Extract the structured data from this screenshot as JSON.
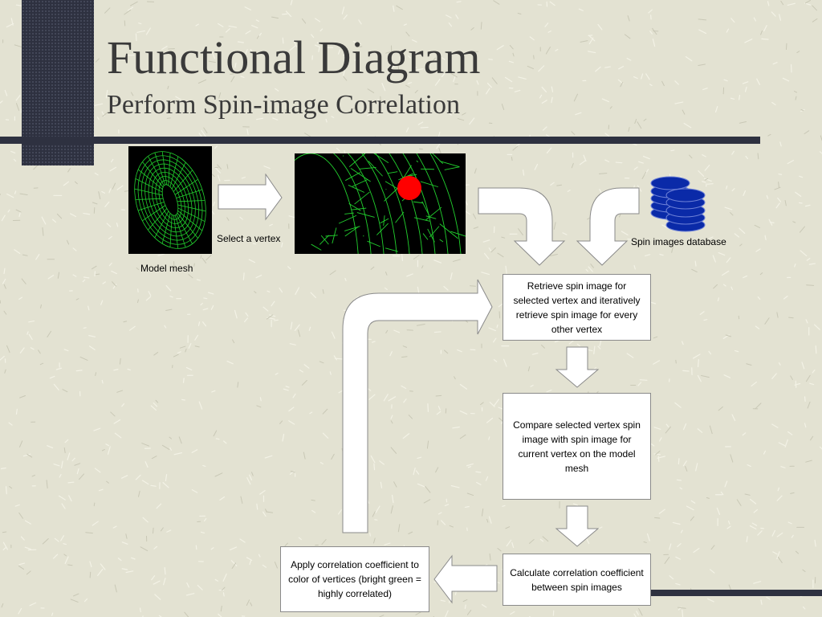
{
  "header": {
    "title": "Functional Diagram",
    "subtitle": "Perform Spin-image Correlation"
  },
  "labels": {
    "model_mesh": "Model mesh",
    "select_vertex": "Select a vertex",
    "database": "Spin images database"
  },
  "steps": [
    {
      "text": "Retrieve spin image for selected vertex and iteratively retrieve spin image for every other vertex"
    },
    {
      "text": "Compare selected vertex spin image with spin image for current vertex on the model mesh"
    },
    {
      "text": "Calculate correlation coefficient between spin images"
    },
    {
      "text": "Apply correlation coefficient to color of vertices (bright green = highly correlated)"
    }
  ],
  "colors": {
    "background": "#e3e2d2",
    "accent_bar": "#2e3140",
    "mesh_green": "#22d12e",
    "vertex_marker": "#ff0000",
    "database": "#0a2aa8"
  }
}
